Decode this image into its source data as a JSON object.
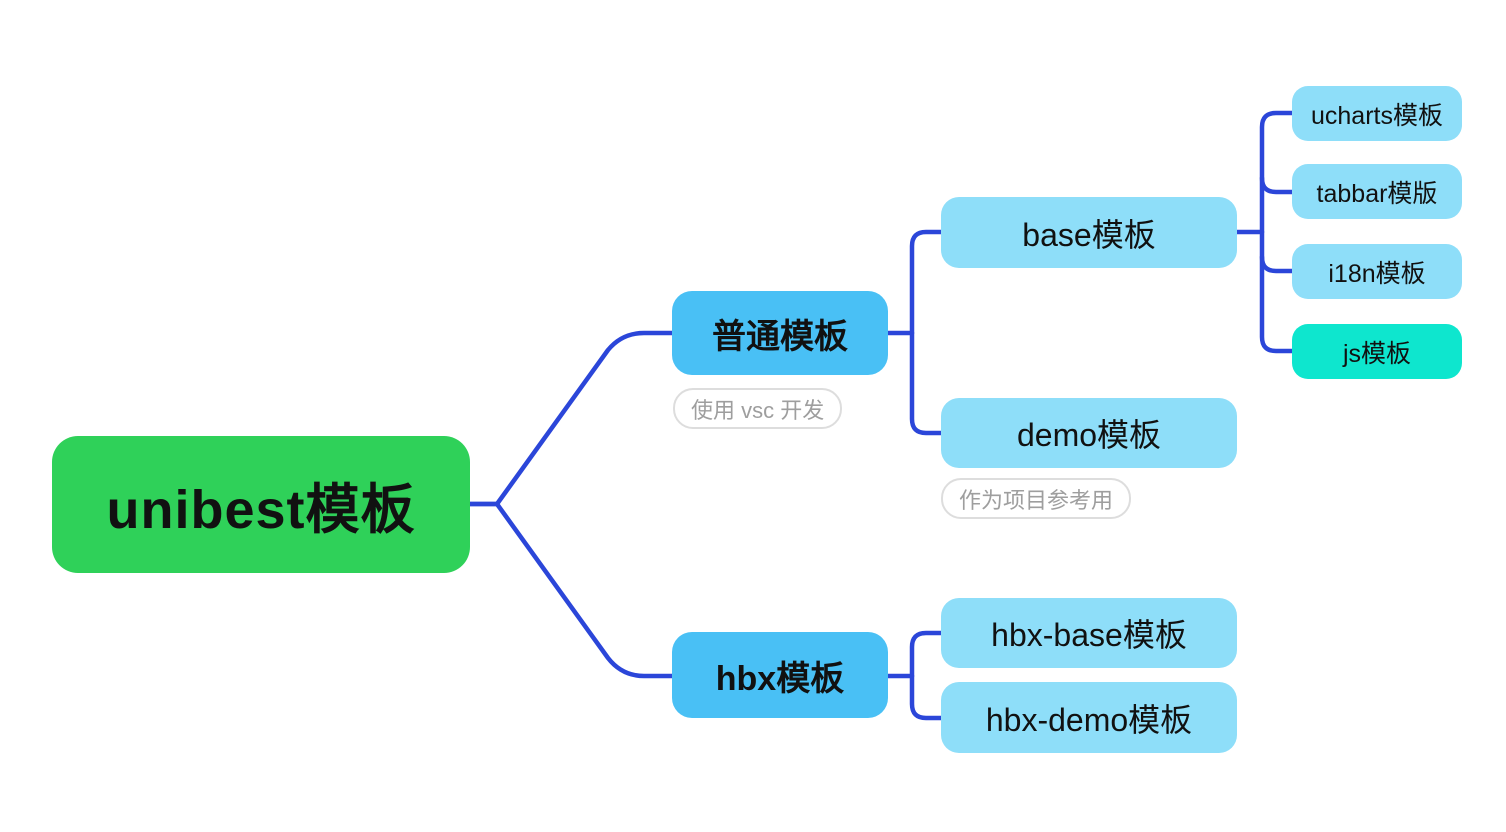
{
  "colors": {
    "root_bg": "#2fd159",
    "branch_bg": "#49c0f5",
    "child_bg": "#8edef9",
    "highlight_bg": "#0ee6ce",
    "connector_line": "#2b46d9",
    "node_text": "#111111",
    "note_text": "#9e9e9e",
    "note_border": "#dddddd",
    "canvas_bg": "#ffffff"
  },
  "mindmap": {
    "root": {
      "label": "unibest模板"
    },
    "branches": [
      {
        "label": "普通模板",
        "note": "使用 vsc 开发",
        "children": [
          {
            "label": "base模板",
            "children": [
              {
                "label": "ucharts模板"
              },
              {
                "label": "tabbar模版"
              },
              {
                "label": "i18n模板"
              },
              {
                "label": "js模板"
              }
            ]
          },
          {
            "label": "demo模板",
            "note": "作为项目参考用"
          }
        ]
      },
      {
        "label": "hbx模板",
        "children": [
          {
            "label": "hbx-base模板"
          },
          {
            "label": "hbx-demo模板"
          }
        ]
      }
    ]
  }
}
